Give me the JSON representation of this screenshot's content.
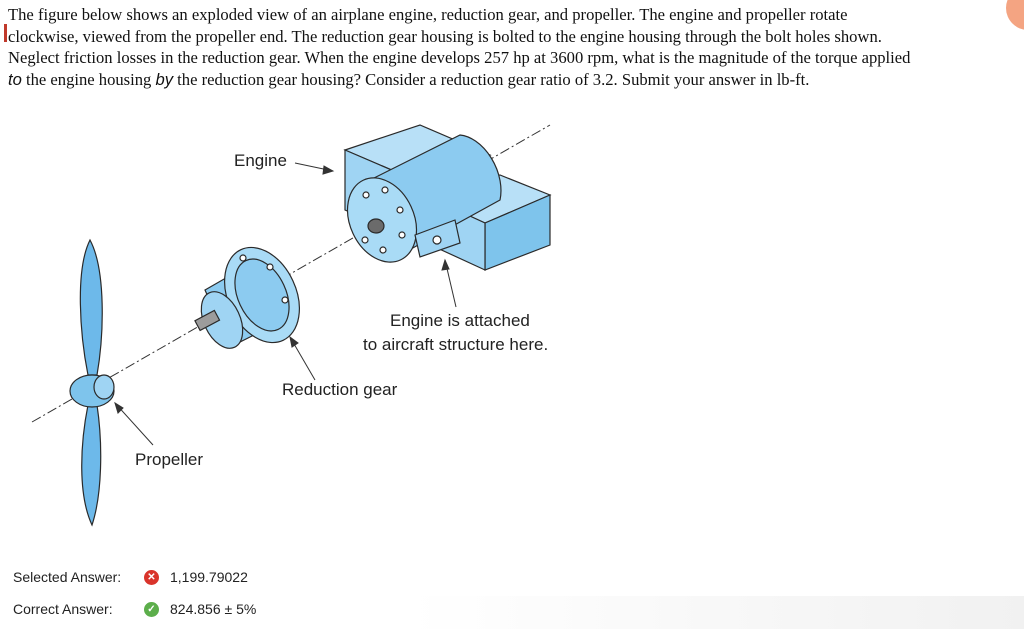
{
  "question": {
    "line1": "The figure below shows an exploded view of an airplane engine, reduction gear, and propeller. The engine and propeller rotate",
    "line2": "clockwise, viewed from the propeller end. The reduction gear housing is bolted to the engine housing through the bolt holes shown.",
    "line3": "Neglect friction losses in the reduction gear. When the engine develops 257 hp at 3600 rpm, what is the magnitude of the torque applied",
    "line4_italic_a": "to",
    "line4_mid": " the engine housing ",
    "line4_italic_b": "by",
    "line4_end": " the reduction gear housing? Consider a reduction gear ratio of 3.2. Submit your answer in lb-ft."
  },
  "figure": {
    "engine_label": "Engine",
    "attached_line1": "Engine is attached",
    "attached_line2": "to aircraft structure here.",
    "reduction_label": "Reduction gear",
    "propeller_label": "Propeller",
    "colors": {
      "fill": "#9fd4f3",
      "fill_dark": "#6db9ea",
      "stroke": "#2a2a2a"
    }
  },
  "answers": {
    "selected_label": "Selected Answer:",
    "selected_value": "1,199.79022",
    "selected_icon": "incorrect-x-icon",
    "correct_label": "Correct Answer:",
    "correct_value": "824.856 ± 5%",
    "correct_icon": "correct-check-icon",
    "colors": {
      "incorrect": "#d9342b",
      "correct": "#5cae4b"
    }
  }
}
